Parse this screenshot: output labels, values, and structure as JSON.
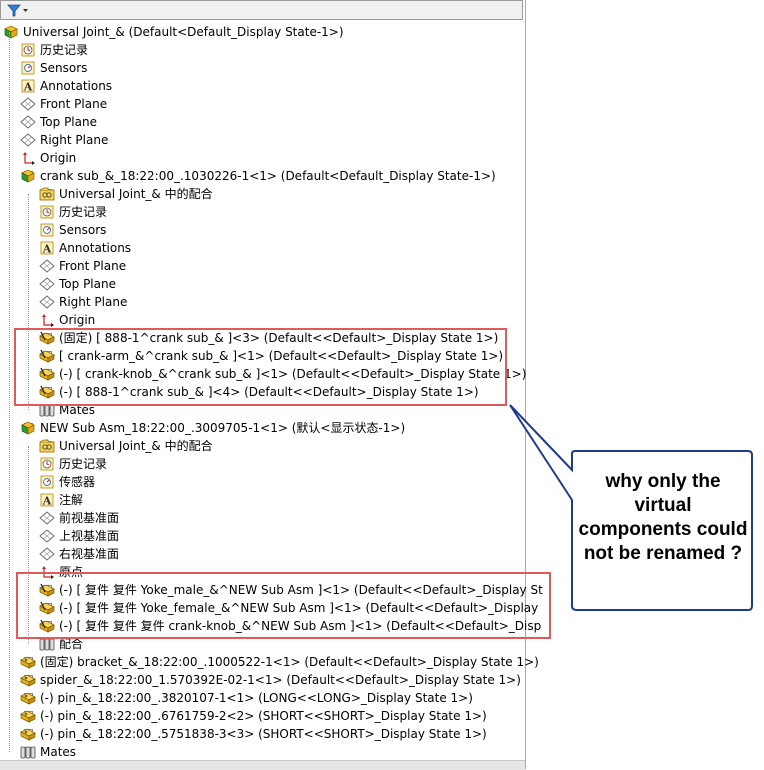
{
  "colors": {
    "highlight_box": "#e15a5a",
    "callout_border": "#1f3b8c",
    "part_yellow": "#f2c230",
    "green": "#2f9a2f"
  },
  "tree": [
    {
      "label": "Universal Joint_&  (Default<Default_Display State-1>)",
      "icon": "assembly-icon",
      "level": 0,
      "expander": "none"
    },
    {
      "label": "历史记录",
      "icon": "history-icon",
      "level": 1,
      "expander": "none"
    },
    {
      "label": "Sensors",
      "icon": "sensor-icon",
      "level": 1,
      "expander": "none"
    },
    {
      "label": "Annotations",
      "icon": "annotation-icon",
      "level": 1,
      "expander": "plus"
    },
    {
      "label": "Front Plane",
      "icon": "plane-icon",
      "level": 1,
      "expander": "none"
    },
    {
      "label": "Top Plane",
      "icon": "plane-icon",
      "level": 1,
      "expander": "none"
    },
    {
      "label": "Right Plane",
      "icon": "plane-icon",
      "level": 1,
      "expander": "none"
    },
    {
      "label": "Origin",
      "icon": "origin-icon",
      "level": 1,
      "expander": "none"
    },
    {
      "label": "crank sub_&_18:22:00_.1030226-1<1> (Default<Default_Display State-1>)",
      "icon": "subassembly-icon",
      "level": 1,
      "expander": "minus"
    },
    {
      "label": "Universal Joint_& 中的配合",
      "icon": "mates-folder-icon",
      "level": 2,
      "expander": "plus"
    },
    {
      "label": "历史记录",
      "icon": "history-icon",
      "level": 2,
      "expander": "plus"
    },
    {
      "label": "Sensors",
      "icon": "sensor-icon",
      "level": 2,
      "expander": "none"
    },
    {
      "label": "Annotations",
      "icon": "annotation-icon",
      "level": 2,
      "expander": "plus"
    },
    {
      "label": "Front Plane",
      "icon": "plane-icon",
      "level": 2,
      "expander": "none"
    },
    {
      "label": "Top Plane",
      "icon": "plane-icon",
      "level": 2,
      "expander": "none"
    },
    {
      "label": "Right Plane",
      "icon": "plane-icon",
      "level": 2,
      "expander": "none"
    },
    {
      "label": "Origin",
      "icon": "origin-icon",
      "level": 2,
      "expander": "none"
    },
    {
      "label": "(固定) [ 888-1^crank sub_& ]<3> (Default<<Default>_Display State 1>)",
      "icon": "virtual-part-icon",
      "level": 2,
      "expander": "plus"
    },
    {
      "label": "[ crank-arm_&^crank sub_& ]<1> (Default<<Default>_Display State 1>)",
      "icon": "virtual-part-icon",
      "level": 2,
      "expander": "plus"
    },
    {
      "label": "(-) [ crank-knob_&^crank sub_& ]<1> (Default<<Default>_Display State 1>)",
      "icon": "virtual-part-icon",
      "level": 2,
      "expander": "plus"
    },
    {
      "label": "(-) [ 888-1^crank sub_& ]<4> (Default<<Default>_Display State 1>)",
      "icon": "virtual-part-icon",
      "level": 2,
      "expander": "plus"
    },
    {
      "label": "Mates",
      "icon": "mates-icon",
      "level": 2,
      "expander": "plus"
    },
    {
      "label": "NEW Sub Asm_18:22:00_.3009705-1<1> (默认<显示状态-1>)",
      "icon": "subassembly-icon",
      "level": 1,
      "expander": "minus"
    },
    {
      "label": "Universal Joint_& 中的配合",
      "icon": "mates-folder-icon",
      "level": 2,
      "expander": "plus"
    },
    {
      "label": "历史记录",
      "icon": "history-icon",
      "level": 2,
      "expander": "none"
    },
    {
      "label": "传感器",
      "icon": "sensor-icon",
      "level": 2,
      "expander": "none"
    },
    {
      "label": "注解",
      "icon": "annotation-icon",
      "level": 2,
      "expander": "plus"
    },
    {
      "label": "前视基准面",
      "icon": "plane-icon",
      "level": 2,
      "expander": "none"
    },
    {
      "label": "上视基准面",
      "icon": "plane-icon",
      "level": 2,
      "expander": "none"
    },
    {
      "label": "右视基准面",
      "icon": "plane-icon",
      "level": 2,
      "expander": "none"
    },
    {
      "label": "原点",
      "icon": "origin-icon",
      "level": 2,
      "expander": "none"
    },
    {
      "label": "(-) [ 复件 复件 Yoke_male_&^NEW Sub Asm ]<1> (Default<<Default>_Display St",
      "icon": "virtual-part-icon",
      "level": 2,
      "expander": "plus"
    },
    {
      "label": "(-) [ 复件 复件 Yoke_female_&^NEW Sub Asm ]<1> (Default<<Default>_Display",
      "icon": "virtual-part-icon",
      "level": 2,
      "expander": "plus"
    },
    {
      "label": "(-) [ 复件 复件 复件 crank-knob_&^NEW Sub Asm ]<1> (Default<<Default>_Disp",
      "icon": "virtual-part-icon",
      "level": 2,
      "expander": "plus"
    },
    {
      "label": "配合",
      "icon": "mates-icon",
      "level": 2,
      "expander": "none"
    },
    {
      "label": "(固定) bracket_&_18:22:00_.1000522-1<1> (Default<<Default>_Display State 1>)",
      "icon": "part-icon",
      "level": 1,
      "expander": "plus"
    },
    {
      "label": "spider_&_18:22:00_1.570392E-02-1<1> (Default<<Default>_Display State 1>)",
      "icon": "part-icon",
      "level": 1,
      "expander": "plus"
    },
    {
      "label": "(-) pin_&_18:22:00_.3820107-1<1> (LONG<<LONG>_Display State 1>)",
      "icon": "part-icon",
      "level": 1,
      "expander": "plus"
    },
    {
      "label": "(-) pin_&_18:22:00_.6761759-2<2> (SHORT<<SHORT>_Display State 1>)",
      "icon": "part-icon",
      "level": 1,
      "expander": "plus"
    },
    {
      "label": "(-) pin_&_18:22:00_.5751838-3<3> (SHORT<<SHORT>_Display State 1>)",
      "icon": "part-icon",
      "level": 1,
      "expander": "plus"
    },
    {
      "label": "Mates",
      "icon": "mates-icon",
      "level": 1,
      "expander": "plus"
    }
  ],
  "callout": {
    "text": "why only the virtual components could not be renamed ?"
  }
}
